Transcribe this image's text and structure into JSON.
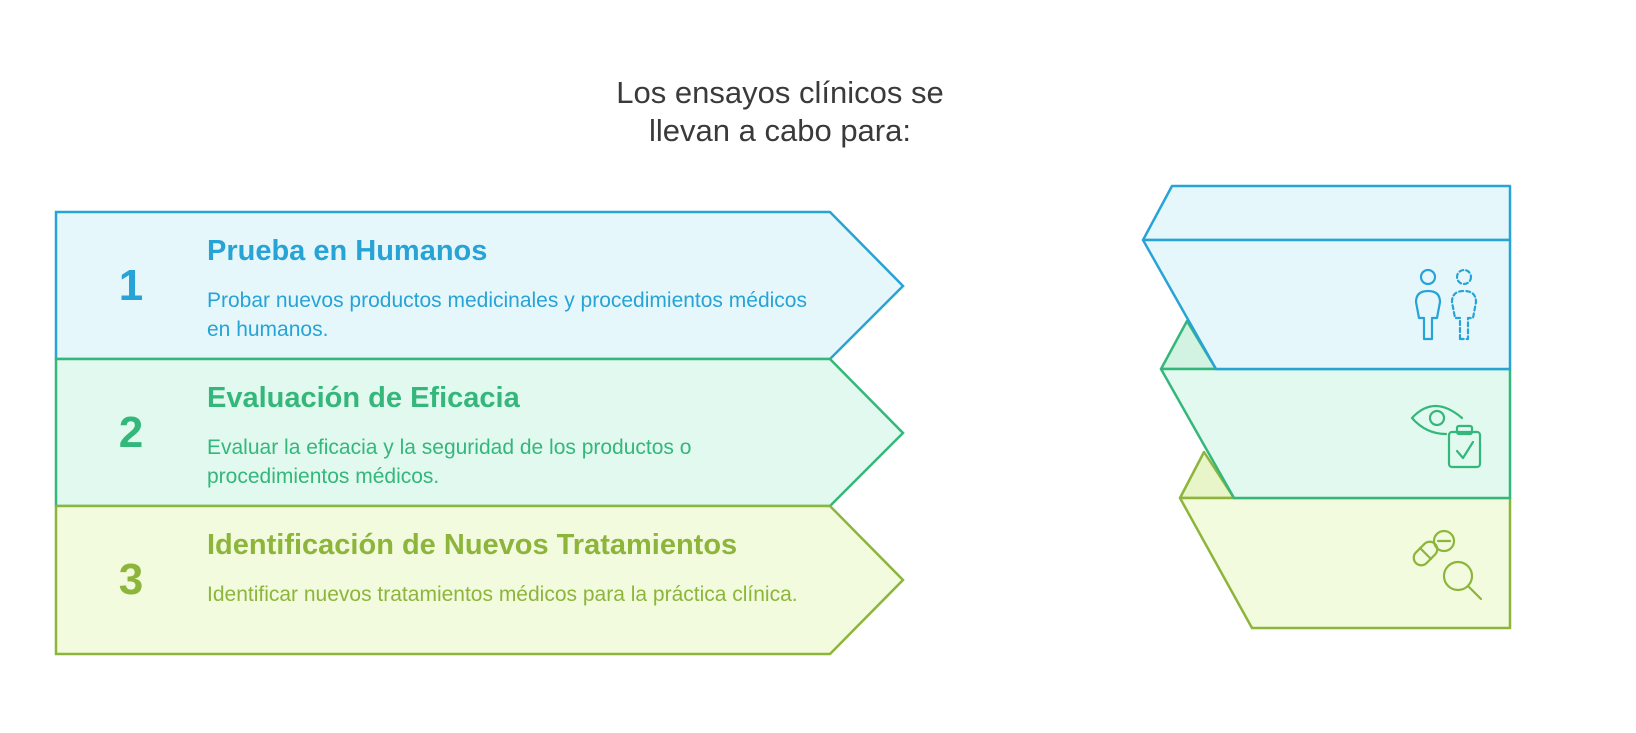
{
  "title": "Los ensayos clínicos se\nllevan a cabo para:",
  "colors": {
    "blue": "#27a3d6",
    "green": "#34b77a",
    "lime": "#8db53b"
  },
  "steps": [
    {
      "number": "1",
      "heading": "Prueba en Humanos",
      "description": "Probar nuevos productos medicinales y procedimientos médicos en humanos.",
      "icon": "person-test-icon"
    },
    {
      "number": "2",
      "heading": "Evaluación de Eficacia",
      "description": "Evaluar la eficacia y la seguridad de los productos o procedimientos médicos.",
      "icon": "eye-clipboard-icon"
    },
    {
      "number": "3",
      "heading": "Identificación de Nuevos Tratamientos",
      "description": "Identificar nuevos tratamientos médicos para la práctica clínica.",
      "icon": "pill-search-icon"
    }
  ]
}
